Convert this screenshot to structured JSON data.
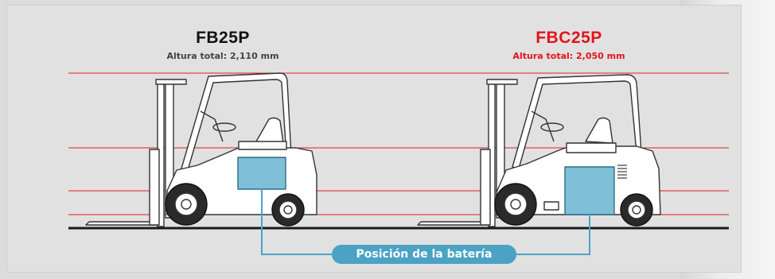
{
  "models": [
    {
      "name": "FB25P",
      "subtitle": "Altura total: 2,110 mm",
      "color": "#111111"
    },
    {
      "name": "FBC25P",
      "subtitle": "Altura total: 2,050 mm",
      "color": "#e3141d"
    }
  ],
  "callout": {
    "label": "Posición de la batería",
    "color": "#4aa3c5"
  },
  "colors": {
    "guide_line": "#e02020",
    "battery": "#7fc0d8",
    "body": "#ffffff",
    "outline": "#333333"
  }
}
